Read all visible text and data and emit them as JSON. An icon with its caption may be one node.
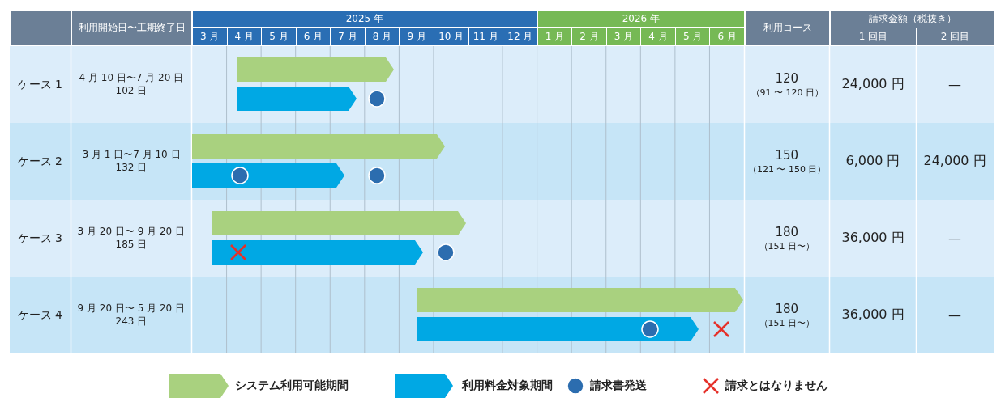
{
  "diagram": {
    "labels": [
      "利用開始日〜工期終了日",
      "2025 年",
      "2026 年",
      "利用コース",
      "請求金額（税抜き）",
      "3 月",
      "4 月",
      "5 月",
      "6 月",
      "7 月",
      "8 月",
      "9 月",
      "10 月",
      "11 月",
      "12 月",
      "1 月",
      "2 月",
      "3 月",
      "4 月",
      "5 月",
      "6 月",
      "1 回目",
      "2 回目",
      "ケース 1",
      "4 月 10 日〜7 月 20 日",
      "102 日",
      "120",
      "（91 〜 120 日）",
      "24,000 円",
      "—",
      "ケース 2",
      "3 月 1 日〜7 月 10 日",
      "132 日",
      "150",
      "（121 〜 150 日）",
      "6,000 円",
      "24,000 円",
      "ケース 3",
      "3 月 20 日〜 9 月 20 日",
      "185 日",
      "180",
      "（151 日〜）",
      "36,000 円",
      "—",
      "ケース 4",
      "9 月 20 日〜 5 月 20 日",
      "243 日",
      "180",
      "（151 日〜）",
      "36,000 円",
      "—"
    ],
    "legend": [
      {
        "text": "システム利用可能期間"
      },
      {
        "text": "利用料金対象期間"
      },
      {
        "text": "請求書発送"
      },
      {
        "text": "請求とはなりません"
      }
    ]
  }
}
